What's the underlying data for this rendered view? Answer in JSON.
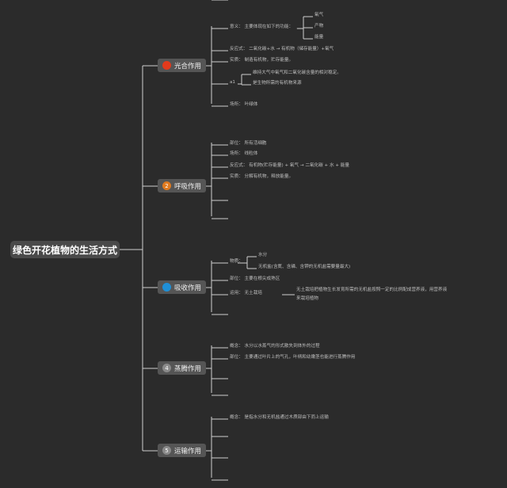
{
  "root": {
    "title": "绿色开花植物的生活方式"
  },
  "branches": [
    {
      "title": "光合作用",
      "badge": "",
      "badge_color": "#e23a1c",
      "items": [
        {
          "text": "意义：  主要体现在如下的功能：",
          "subs": [
            "氧气",
            "产物",
            "能量"
          ]
        },
        {
          "text": "反应式：  二氧化碳+水 → 有机物（储存能量）+氧气"
        },
        {
          "text": "实质：  制造有机物，贮存能量。"
        },
        {
          "text": "a1",
          "subs": [
            "维持大气中氧气和二氧化碳含量的相对稳定。",
            "是生物所需的有机物来源"
          ]
        },
        {
          "text": "场所：  叶绿体"
        }
      ]
    },
    {
      "title": "呼吸作用",
      "badge": "2",
      "badge_color": "#e07a1f",
      "items": [
        {
          "text": "部位：  所有活细胞"
        },
        {
          "text": "场所：  线粒体"
        },
        {
          "text": "反应式：  有机物(贮存能量) + 氧气 → 二氧化碳 + 水 + 能量"
        },
        {
          "text": "实质：  分解有机物，释放能量。"
        },
        {
          "text": ""
        },
        {
          "text": ""
        }
      ]
    },
    {
      "title": "吸收作用",
      "badge": "",
      "badge_color": "#1f8fd6",
      "items": [
        {
          "text": "物质：",
          "subs": [
            "水分",
            "无机盐(含氮、含磷、含钾的无机盐需要量最大)"
          ]
        },
        {
          "text": "部位：  主要在根尖成熟区"
        },
        {
          "text": "运用：  无土栽培",
          "note": [
            "无土栽培把植物生长发育所需的无机盐按照一定的比例配成营养液，用营养液",
            "来栽培植物"
          ]
        },
        {
          "text": ""
        }
      ]
    },
    {
      "title": "蒸腾作用",
      "badge": "4",
      "badge_color": "#8a8a8a",
      "items": [
        {
          "text": "概念：  水分以水蒸气的形式散失到体外的过程"
        },
        {
          "text": "部位：  主要通过叶片上的气孔，叶柄和幼嫩茎也能进行蒸腾作用"
        },
        {
          "text": ""
        },
        {
          "text": ""
        }
      ]
    },
    {
      "title": "运输作用",
      "badge": "5",
      "badge_color": "#8a8a8a",
      "items": [
        {
          "text": "概念：  是指水分和无机盐通过木质部由下而上运输"
        },
        {
          "text": ""
        },
        {
          "text": ""
        },
        {
          "text": ""
        },
        {
          "text": ""
        }
      ]
    }
  ]
}
